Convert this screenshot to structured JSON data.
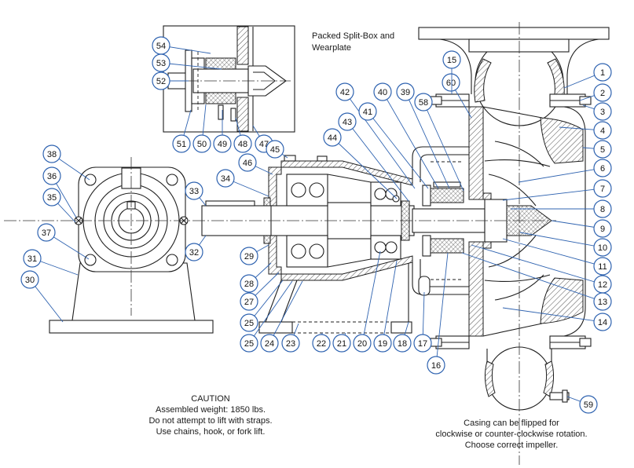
{
  "figure": {
    "inset_caption": [
      "Packed Split-Box and",
      "Wearplate"
    ],
    "caution": {
      "title": "CAUTION",
      "lines": [
        "Assembled weight: 1850 lbs.",
        "Do not attempt to lift with straps.",
        "Use chains, hook, or fork lift."
      ]
    },
    "casing_note": [
      "Casing can be flipped for",
      "clockwise or counter-clockwise rotation.",
      "Choose correct impeller."
    ]
  },
  "balloons": [
    "54",
    "53",
    "52",
    "51",
    "50",
    "49",
    "48",
    "47",
    "38",
    "36",
    "35",
    "37",
    "31",
    "30",
    "34",
    "33",
    "32",
    "46",
    "45",
    "44",
    "43",
    "42",
    "41",
    "40",
    "39",
    "58",
    "60",
    "15",
    "29",
    "28",
    "27",
    "25",
    "25",
    "24",
    "23",
    "22",
    "21",
    "20",
    "19",
    "18",
    "17",
    "16",
    "1",
    "2",
    "3",
    "4",
    "5",
    "6",
    "7",
    "8",
    "9",
    "10",
    "11",
    "12",
    "13",
    "14",
    "59"
  ],
  "colors": {
    "callout": "#2f63b0",
    "ink": "#1e1e1e"
  }
}
